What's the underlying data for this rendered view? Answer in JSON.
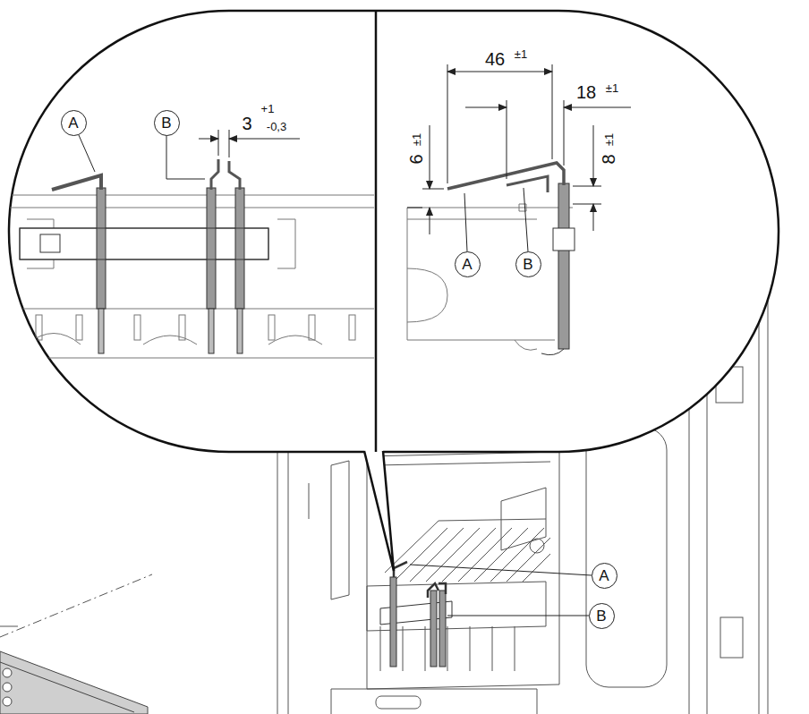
{
  "diagram": {
    "nodes": [
      {
        "text": [
          "A"
        ]
      },
      {
        "text": [
          "B"
        ]
      },
      {
        "text": [
          "A"
        ]
      },
      {
        "text": [
          "B"
        ]
      },
      {
        "text": [
          "A"
        ]
      },
      {
        "text": [
          "B"
        ]
      }
    ],
    "labels": [
      "3",
      "+1",
      "-0,3",
      "46",
      "±1",
      "18",
      "±1",
      "6",
      "±1",
      "8",
      "±1"
    ]
  }
}
